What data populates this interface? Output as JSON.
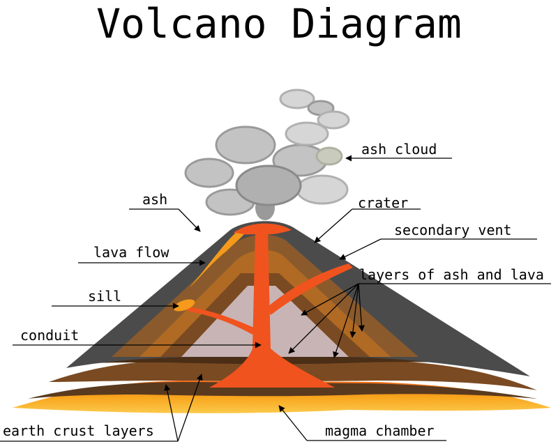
{
  "title": "Volcano Diagram",
  "labels": {
    "ash_cloud": "ash cloud",
    "ash": "ash",
    "crater": "crater",
    "secondary_vent": "secondary vent",
    "lava_flow": "lava flow",
    "layers": "layers of ash and lava",
    "sill": "sill",
    "conduit": "conduit",
    "earth_crust_layers": "earth crust layers",
    "magma_chamber": "magma chamber"
  },
  "colors": {
    "rock_dark": "#4b4b4b",
    "magma": "#f0531e",
    "magma_chamber": "#f7a41d",
    "crust_brown": "#5a3a1e",
    "smoke": "#c3c3c3"
  }
}
